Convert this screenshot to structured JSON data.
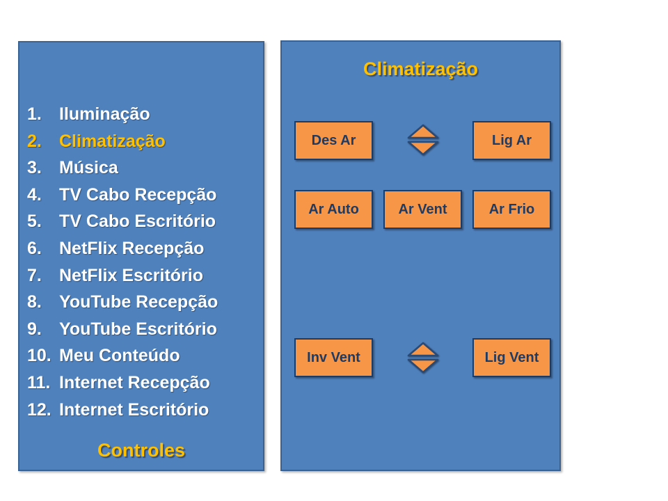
{
  "colors": {
    "panel_blue": "#4f81bd",
    "panel_border": "#3a618f",
    "button_orange": "#f79646",
    "button_border": "#1f3b63",
    "button_text": "#1f3b63",
    "accent_gold": "#ffc000",
    "menu_text": "#ffffff",
    "page_background": "#ffffff"
  },
  "menu": {
    "items": [
      {
        "num": "1.",
        "label": "Iluminação",
        "active": false
      },
      {
        "num": "2.",
        "label": "Climatização",
        "active": true
      },
      {
        "num": "3.",
        "label": "Música",
        "active": false
      },
      {
        "num": "4.",
        "label": "TV Cabo Recepção",
        "active": false
      },
      {
        "num": "5.",
        "label": "TV Cabo Escritório",
        "active": false
      },
      {
        "num": "6.",
        "label": "NetFlix Recepção",
        "active": false
      },
      {
        "num": "7.",
        "label": "NetFlix Escritório",
        "active": false
      },
      {
        "num": "8.",
        "label": "YouTube Recepção",
        "active": false
      },
      {
        "num": "9.",
        "label": "YouTube Escritório",
        "active": false
      },
      {
        "num": "10.",
        "label": "Meu Conteúdo",
        "active": false
      },
      {
        "num": "11.",
        "label": "Internet Recepção",
        "active": false
      },
      {
        "num": "12.",
        "label": "Internet Escritório",
        "active": false
      }
    ],
    "footer": "Controles"
  },
  "climate": {
    "title": "Climatização",
    "buttons": [
      {
        "label": "Des Ar"
      },
      {
        "label": "Lig Ar"
      },
      {
        "label": "Ar Auto"
      },
      {
        "label": "Ar Vent"
      },
      {
        "label": "Ar Frio"
      },
      {
        "label": "Inv Vent"
      },
      {
        "label": "Lig Vent"
      }
    ],
    "spinner_icon": "up-down-diamond"
  }
}
